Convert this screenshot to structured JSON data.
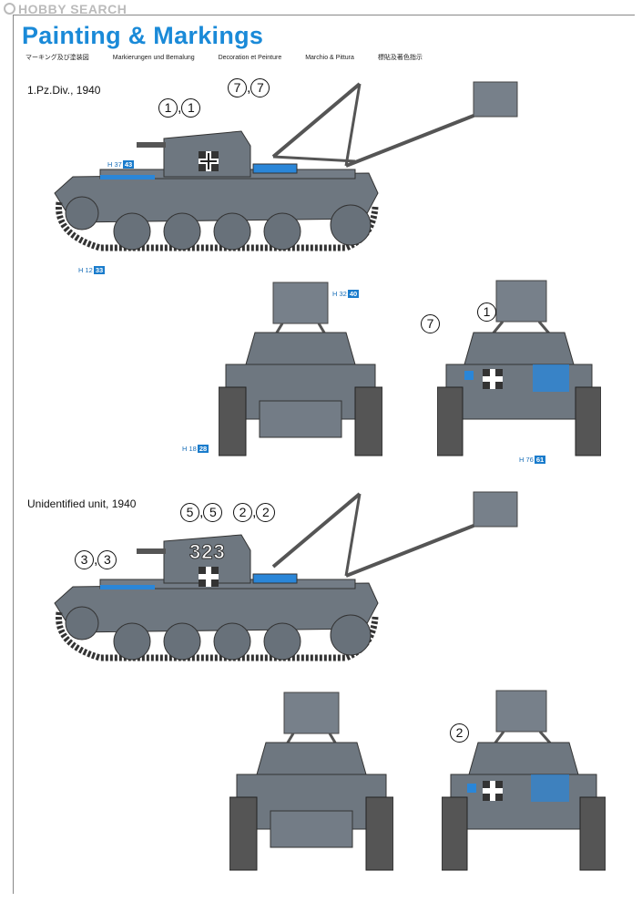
{
  "watermark": {
    "text": "HOBBY SEARCH"
  },
  "header": {
    "title": "Painting & Markings",
    "languages": [
      "マーキング及び塗装図",
      "Markierungen und Bemalung",
      "Decoration et Peinture",
      "Marchio & Pittura",
      "標貼及著色指示"
    ]
  },
  "schemes": [
    {
      "unit": "1.Pz.Div., 1940",
      "side_callouts": [
        {
          "a": "1",
          "b": "1"
        },
        {
          "a": "7",
          "b": "7"
        }
      ],
      "paints": [
        {
          "code": "H 37",
          "num": "43"
        },
        {
          "code": "H 12",
          "num": "33"
        },
        {
          "code": "H 32",
          "num": "40"
        },
        {
          "code": "H 18",
          "num": "28"
        },
        {
          "code": "H 76",
          "num": "61"
        }
      ],
      "rear_callouts": [
        "7",
        "1"
      ]
    },
    {
      "unit": "Unidentified unit, 1940",
      "side_callouts": [
        {
          "a": "5",
          "b": "5"
        },
        {
          "a": "2",
          "b": "2"
        },
        {
          "a": "3",
          "b": "3"
        }
      ],
      "turret_number": "323",
      "rear_callouts": [
        "2"
      ]
    }
  ],
  "colors": {
    "title": "#1a8ad8",
    "tank_grey": "#6e7780",
    "accent_blue": "#2a86d8"
  }
}
